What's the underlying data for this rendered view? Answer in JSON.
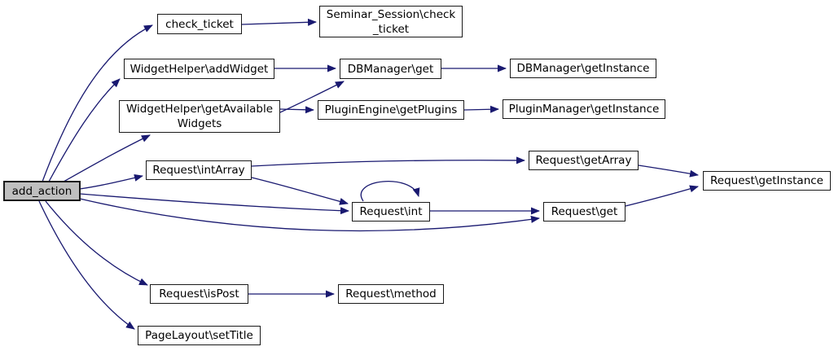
{
  "diagram": {
    "type": "call-graph",
    "background_color": "#ffffff",
    "edge_color": "#191970",
    "node_fill": "#ffffff",
    "node_border_color": "#000000",
    "highlighted_node_fill": "#bfbfbf",
    "highlighted_node": "add_action",
    "nodes": {
      "add_action": {
        "lines": [
          "add_action"
        ]
      },
      "check_ticket": {
        "lines": [
          "check_ticket"
        ]
      },
      "seminar": {
        "lines": [
          "Seminar_Session\\check",
          "_ticket"
        ]
      },
      "addwidget": {
        "lines": [
          "WidgetHelper\\addWidget"
        ]
      },
      "dbget": {
        "lines": [
          "DBManager\\get"
        ]
      },
      "dbgetinstance": {
        "lines": [
          "DBManager\\getInstance"
        ]
      },
      "getavailable": {
        "lines": [
          "WidgetHelper\\getAvailable",
          "Widgets"
        ]
      },
      "getplugins": {
        "lines": [
          "PluginEngine\\getPlugins"
        ]
      },
      "pmgetinstance": {
        "lines": [
          "PluginManager\\getInstance"
        ]
      },
      "intarray": {
        "lines": [
          "Request\\intArray"
        ]
      },
      "getarray": {
        "lines": [
          "Request\\getArray"
        ]
      },
      "int": {
        "lines": [
          "Request\\int"
        ]
      },
      "get": {
        "lines": [
          "Request\\get"
        ]
      },
      "getinstance": {
        "lines": [
          "Request\\getInstance"
        ]
      },
      "ispost": {
        "lines": [
          "Request\\isPost"
        ]
      },
      "method": {
        "lines": [
          "Request\\method"
        ]
      },
      "settitle": {
        "lines": [
          "PageLayout\\setTitle"
        ]
      }
    },
    "edges": [
      {
        "from": "add_action",
        "to": "check_ticket"
      },
      {
        "from": "add_action",
        "to": "WidgetHelper\\addWidget"
      },
      {
        "from": "add_action",
        "to": "WidgetHelper\\getAvailableWidgets"
      },
      {
        "from": "add_action",
        "to": "Request\\intArray"
      },
      {
        "from": "add_action",
        "to": "Request\\int"
      },
      {
        "from": "add_action",
        "to": "Request\\get"
      },
      {
        "from": "add_action",
        "to": "Request\\isPost"
      },
      {
        "from": "add_action",
        "to": "PageLayout\\setTitle"
      },
      {
        "from": "check_ticket",
        "to": "Seminar_Session\\check_ticket"
      },
      {
        "from": "WidgetHelper\\addWidget",
        "to": "DBManager\\get"
      },
      {
        "from": "WidgetHelper\\getAvailableWidgets",
        "to": "DBManager\\get"
      },
      {
        "from": "WidgetHelper\\getAvailableWidgets",
        "to": "PluginEngine\\getPlugins"
      },
      {
        "from": "DBManager\\get",
        "to": "DBManager\\getInstance"
      },
      {
        "from": "PluginEngine\\getPlugins",
        "to": "PluginManager\\getInstance"
      },
      {
        "from": "Request\\intArray",
        "to": "Request\\getArray"
      },
      {
        "from": "Request\\intArray",
        "to": "Request\\int"
      },
      {
        "from": "Request\\getArray",
        "to": "Request\\getInstance"
      },
      {
        "from": "Request\\int",
        "to": "Request\\int"
      },
      {
        "from": "Request\\int",
        "to": "Request\\get"
      },
      {
        "from": "Request\\get",
        "to": "Request\\getInstance"
      },
      {
        "from": "Request\\isPost",
        "to": "Request\\method"
      }
    ]
  }
}
